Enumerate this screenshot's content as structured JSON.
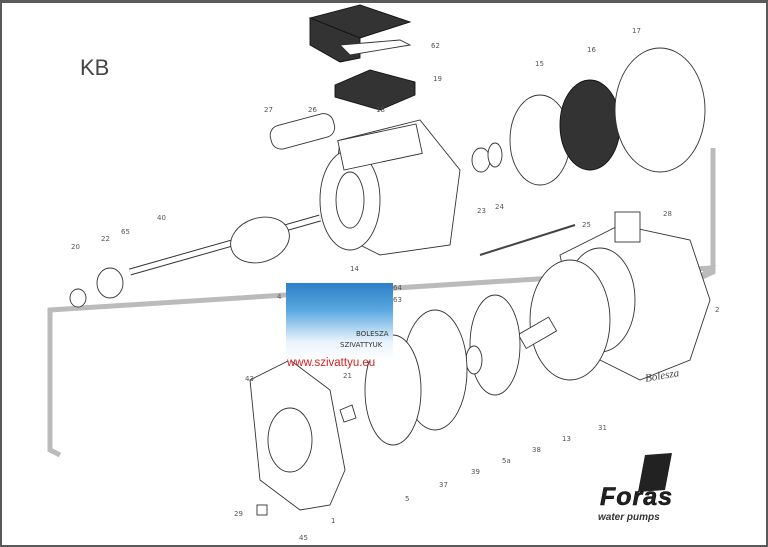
{
  "title": "KB",
  "website": "www.szivattyu.eu",
  "promo": {
    "line1": "BOLESZA",
    "line2": "SZIVATTYUK"
  },
  "watermark": "Bolesza",
  "brand": {
    "name": "Foras",
    "tagline": "water pumps"
  },
  "part_labels": [
    "62",
    "19",
    "18",
    "27",
    "26",
    "15",
    "16",
    "17",
    "23",
    "24",
    "25",
    "28",
    "14",
    "40",
    "65",
    "22",
    "20",
    "4",
    "64",
    "63",
    "2",
    "21",
    "43",
    "5",
    "37",
    "39",
    "5a",
    "38",
    "13",
    "31",
    "29",
    "45",
    "1"
  ],
  "colors": {
    "website": "#d42020",
    "frame": "#5a5a5a"
  }
}
